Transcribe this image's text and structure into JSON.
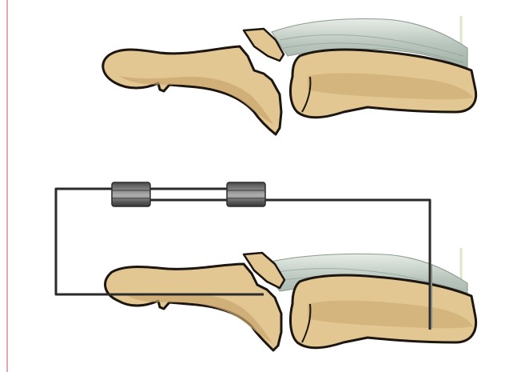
{
  "figure": {
    "panels": [
      {
        "id": "top",
        "depicts": "fracture"
      },
      {
        "id": "bottom",
        "depicts": "fracture-with-external-wire-and-tubes"
      }
    ]
  },
  "colors": {
    "bone_fill": "#e2c792",
    "bone_shade": "#c9a66e",
    "bone_outline": "#1c1510",
    "tendon": "#b7c4bb",
    "tendon_light": "#dfe6df",
    "wire": "#2a2a2a",
    "tube_dark": "#555555",
    "tube_light": "#9a9a9a",
    "margin_line": "#e8a3ad",
    "skin_edge": "#dde8c8"
  },
  "icons": [
    "bone-illustration",
    "tendon-illustration",
    "fixation-wire",
    "fixation-tube"
  ]
}
